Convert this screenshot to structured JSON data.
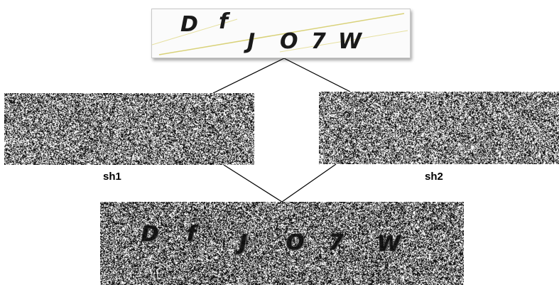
{
  "captcha": {
    "characters": [
      "D",
      "f",
      "J",
      "O",
      "7",
      "W"
    ]
  },
  "shares": {
    "sh1_label": "sh1",
    "sh2_label": "sh2"
  },
  "colors": {
    "noise_dark": "#000000",
    "noise_light": "#ffffff",
    "connector": "#000000",
    "captcha_line": "#d9d27a"
  }
}
